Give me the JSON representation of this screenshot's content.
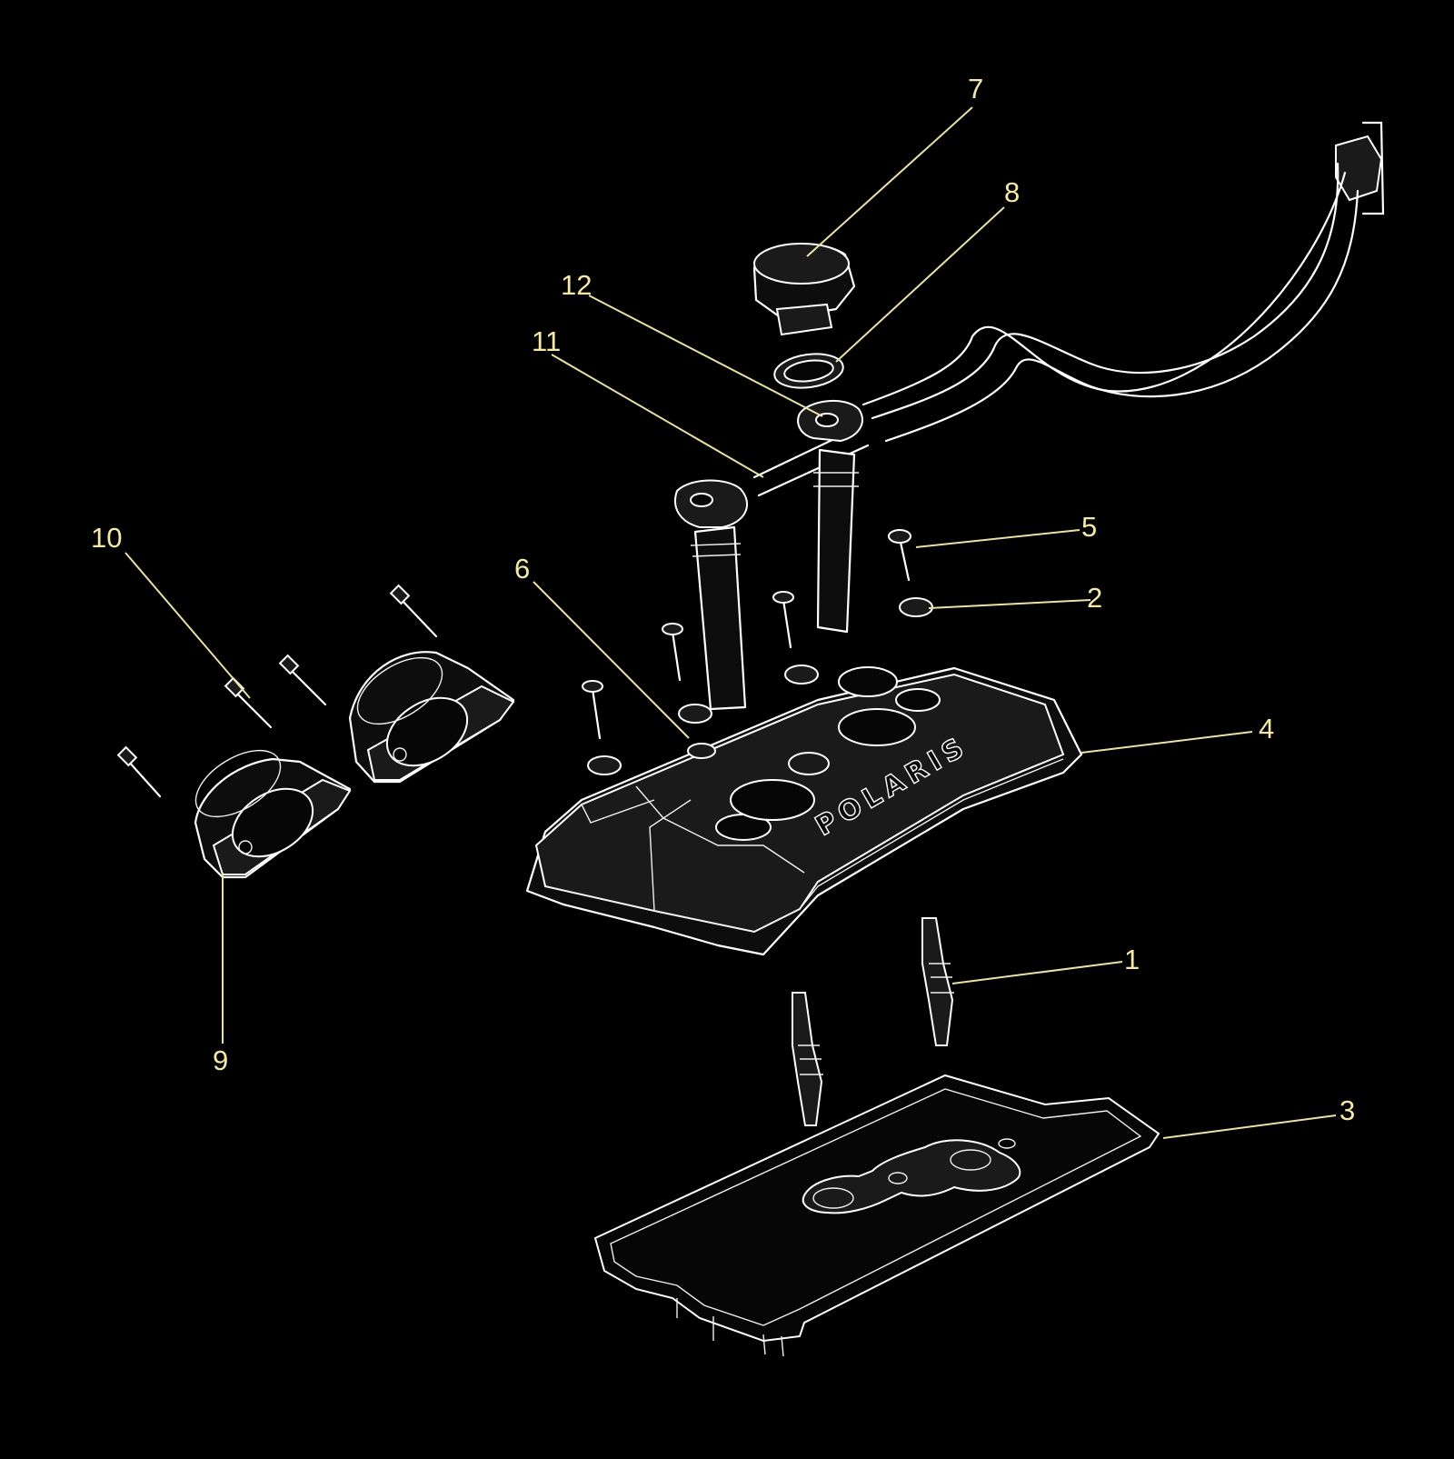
{
  "diagram": {
    "colors": {
      "background": "#000000",
      "callout_text": "#f4e9a6",
      "leader_line": "#e9e2a8",
      "outline": "#ffffff"
    },
    "callouts": [
      {
        "id": "1",
        "label": "1"
      },
      {
        "id": "2",
        "label": "2"
      },
      {
        "id": "3",
        "label": "3"
      },
      {
        "id": "4",
        "label": "4"
      },
      {
        "id": "5",
        "label": "5"
      },
      {
        "id": "6",
        "label": "6"
      },
      {
        "id": "7",
        "label": "7"
      },
      {
        "id": "8",
        "label": "8"
      },
      {
        "id": "9",
        "label": "9"
      },
      {
        "id": "10",
        "label": "10"
      },
      {
        "id": "11",
        "label": "11"
      },
      {
        "id": "12",
        "label": "12"
      }
    ],
    "cover_logo": "POLARIS"
  }
}
